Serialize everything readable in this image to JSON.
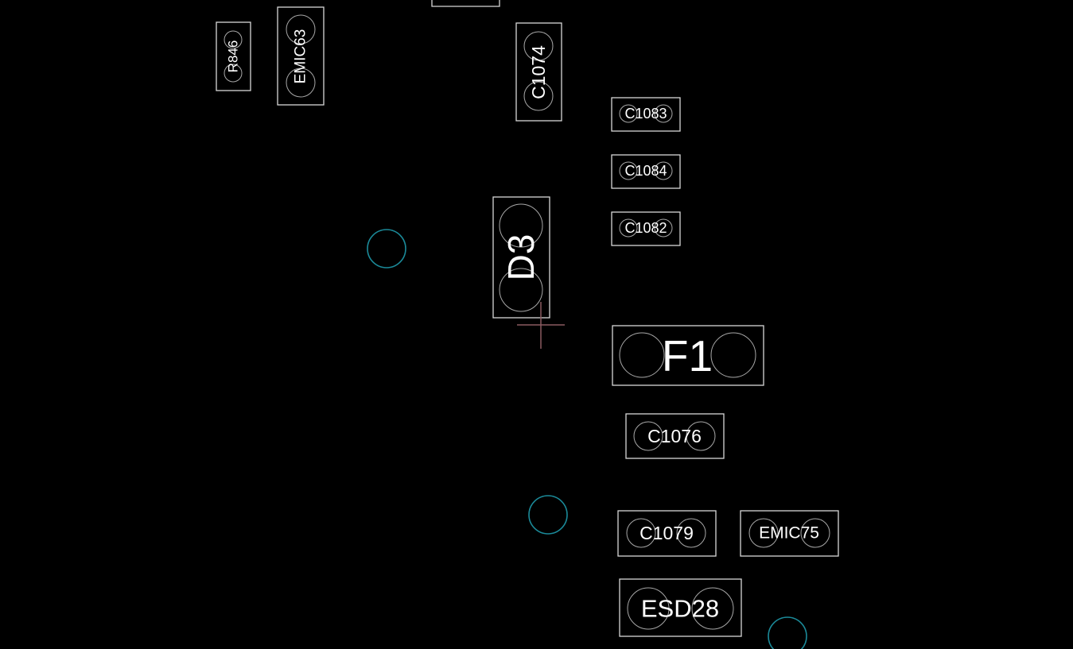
{
  "components": {
    "partial_top": {
      "ref": ""
    },
    "r846": {
      "ref": "R846"
    },
    "emic63": {
      "ref": "EMIC63"
    },
    "c1074": {
      "ref": "C1074"
    },
    "c1083": {
      "ref": "C1083"
    },
    "c1084": {
      "ref": "C1084"
    },
    "c1082": {
      "ref": "C1082"
    },
    "d3": {
      "ref": "D3"
    },
    "f1": {
      "ref": "F1"
    },
    "c1076": {
      "ref": "C1076"
    },
    "c1079": {
      "ref": "C1079"
    },
    "emic75": {
      "ref": "EMIC75"
    },
    "esd28": {
      "ref": "ESD28"
    }
  },
  "colors": {
    "background": "#000000",
    "outline": "#d8d8d8",
    "pad": "#a8a8a8",
    "via": "#1b8a99",
    "cursor": "#8a5a60",
    "label": "#ffffff"
  }
}
